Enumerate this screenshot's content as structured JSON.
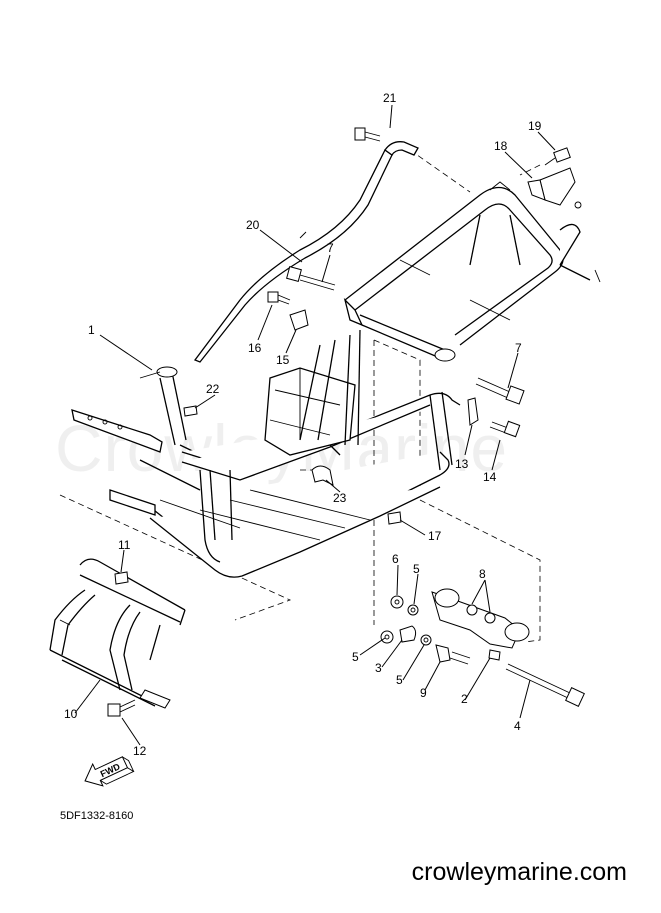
{
  "diagram": {
    "callouts": [
      "21",
      "19",
      "18",
      "20",
      "7",
      "16",
      "15",
      "1",
      "22",
      "7",
      "13",
      "14",
      "23",
      "17",
      "11",
      "6",
      "5",
      "8",
      "5",
      "3",
      "5",
      "9",
      "2",
      "4",
      "10",
      "12"
    ],
    "fwd_label": "FWD",
    "drawing_code": "5DF1332-8160",
    "watermark": "CrowleyMarine",
    "site": "crowleymarine.com"
  }
}
